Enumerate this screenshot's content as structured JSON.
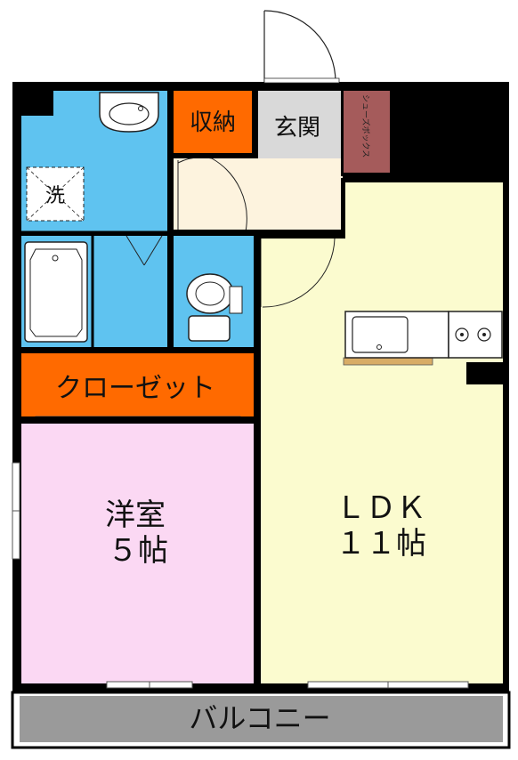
{
  "rooms": {
    "storage": "収納",
    "entrance": "玄関",
    "shoe_box": "シューズボックス",
    "washer": "洗",
    "closet": "クローゼット",
    "western_room": "洋室",
    "western_room_size": "５帖",
    "ldk": "ＬＤＫ",
    "ldk_size": "１１帖",
    "balcony": "バルコニー"
  },
  "colors": {
    "wall": "#000000",
    "bath_blue": "#5fc3f0",
    "storage_orange": "#ff6a00",
    "entrance_gray": "#d9d9d9",
    "shoebox_brown": "#a55b5b",
    "hall_cream": "#fdf3de",
    "ldk_yellow": "#fbfbcf",
    "western_pink": "#fbd8f3",
    "balcony_gray": "#9a9a9a",
    "counter_tan": "#d8ac66"
  }
}
